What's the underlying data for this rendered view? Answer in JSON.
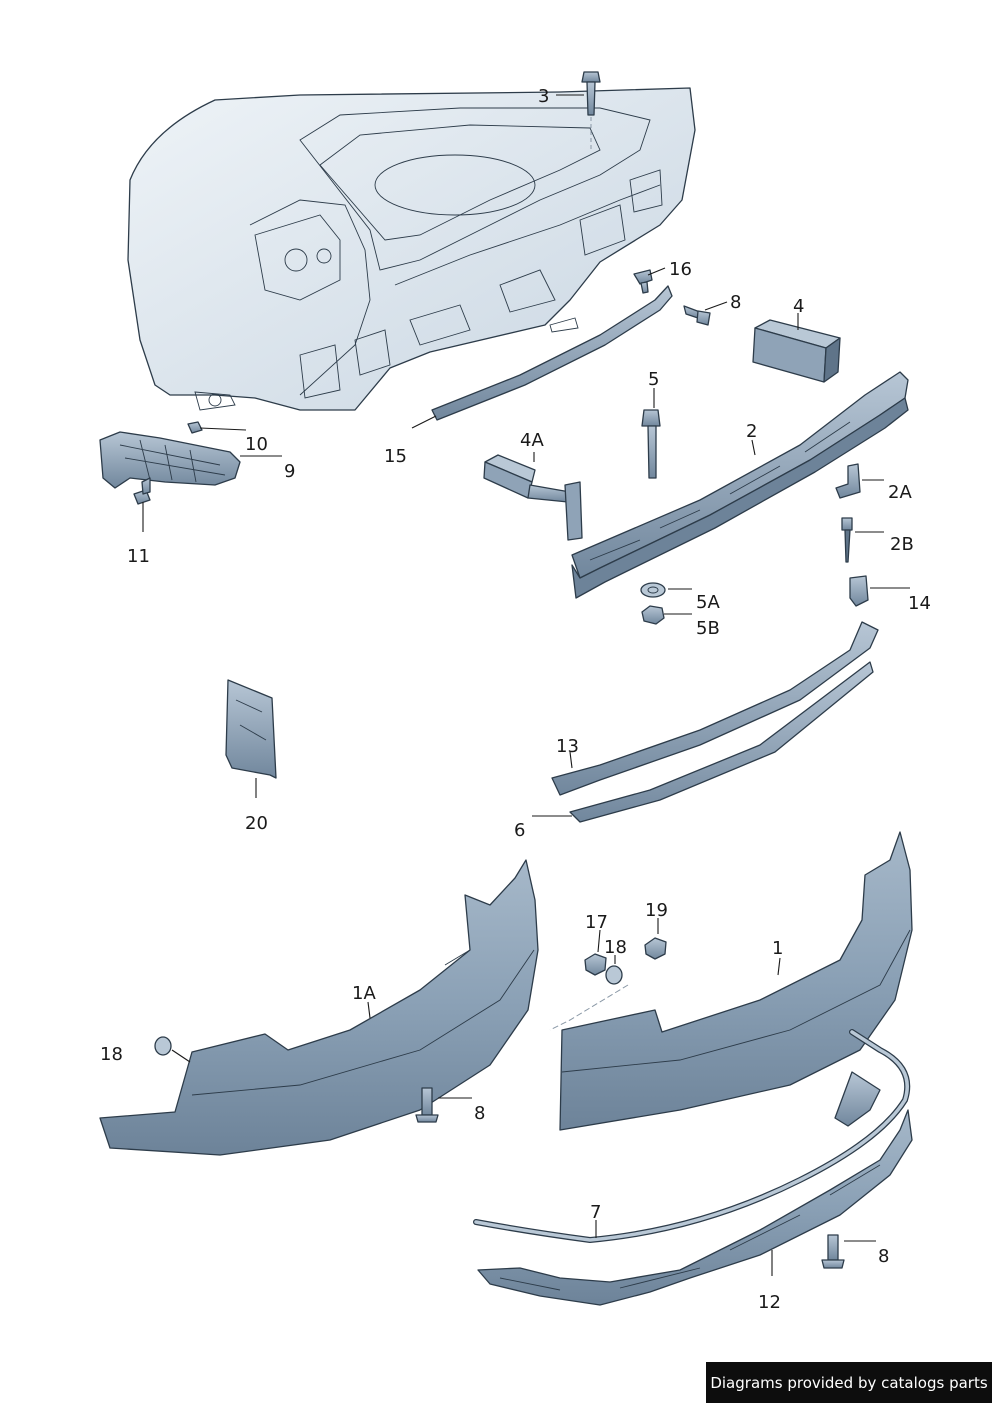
{
  "labels": {
    "p3": "3",
    "p16": "16",
    "p8a": "8",
    "p4": "4",
    "p5": "5",
    "p4A": "4A",
    "p2": "2",
    "p15": "15",
    "p10": "10",
    "p9": "9",
    "p11": "11",
    "p2A": "2A",
    "p2B": "2B",
    "p5A": "5A",
    "p5B": "5B",
    "p14": "14",
    "p13": "13",
    "p20": "20",
    "p6": "6",
    "p17": "17",
    "p19": "19",
    "p18a": "18",
    "p1": "1",
    "p1A": "1A",
    "p18b": "18",
    "p8b": "8",
    "p7": "7",
    "p8c": "8",
    "p12": "12"
  },
  "footer": {
    "text": "Diagrams provided by catalogs parts"
  },
  "colors": {
    "body_fill": "#d9e3ec",
    "part_fill": "#8fa3b7",
    "part_dark": "#5f7489",
    "part_light": "#b9c8d6",
    "outline": "#2d3c4a"
  }
}
